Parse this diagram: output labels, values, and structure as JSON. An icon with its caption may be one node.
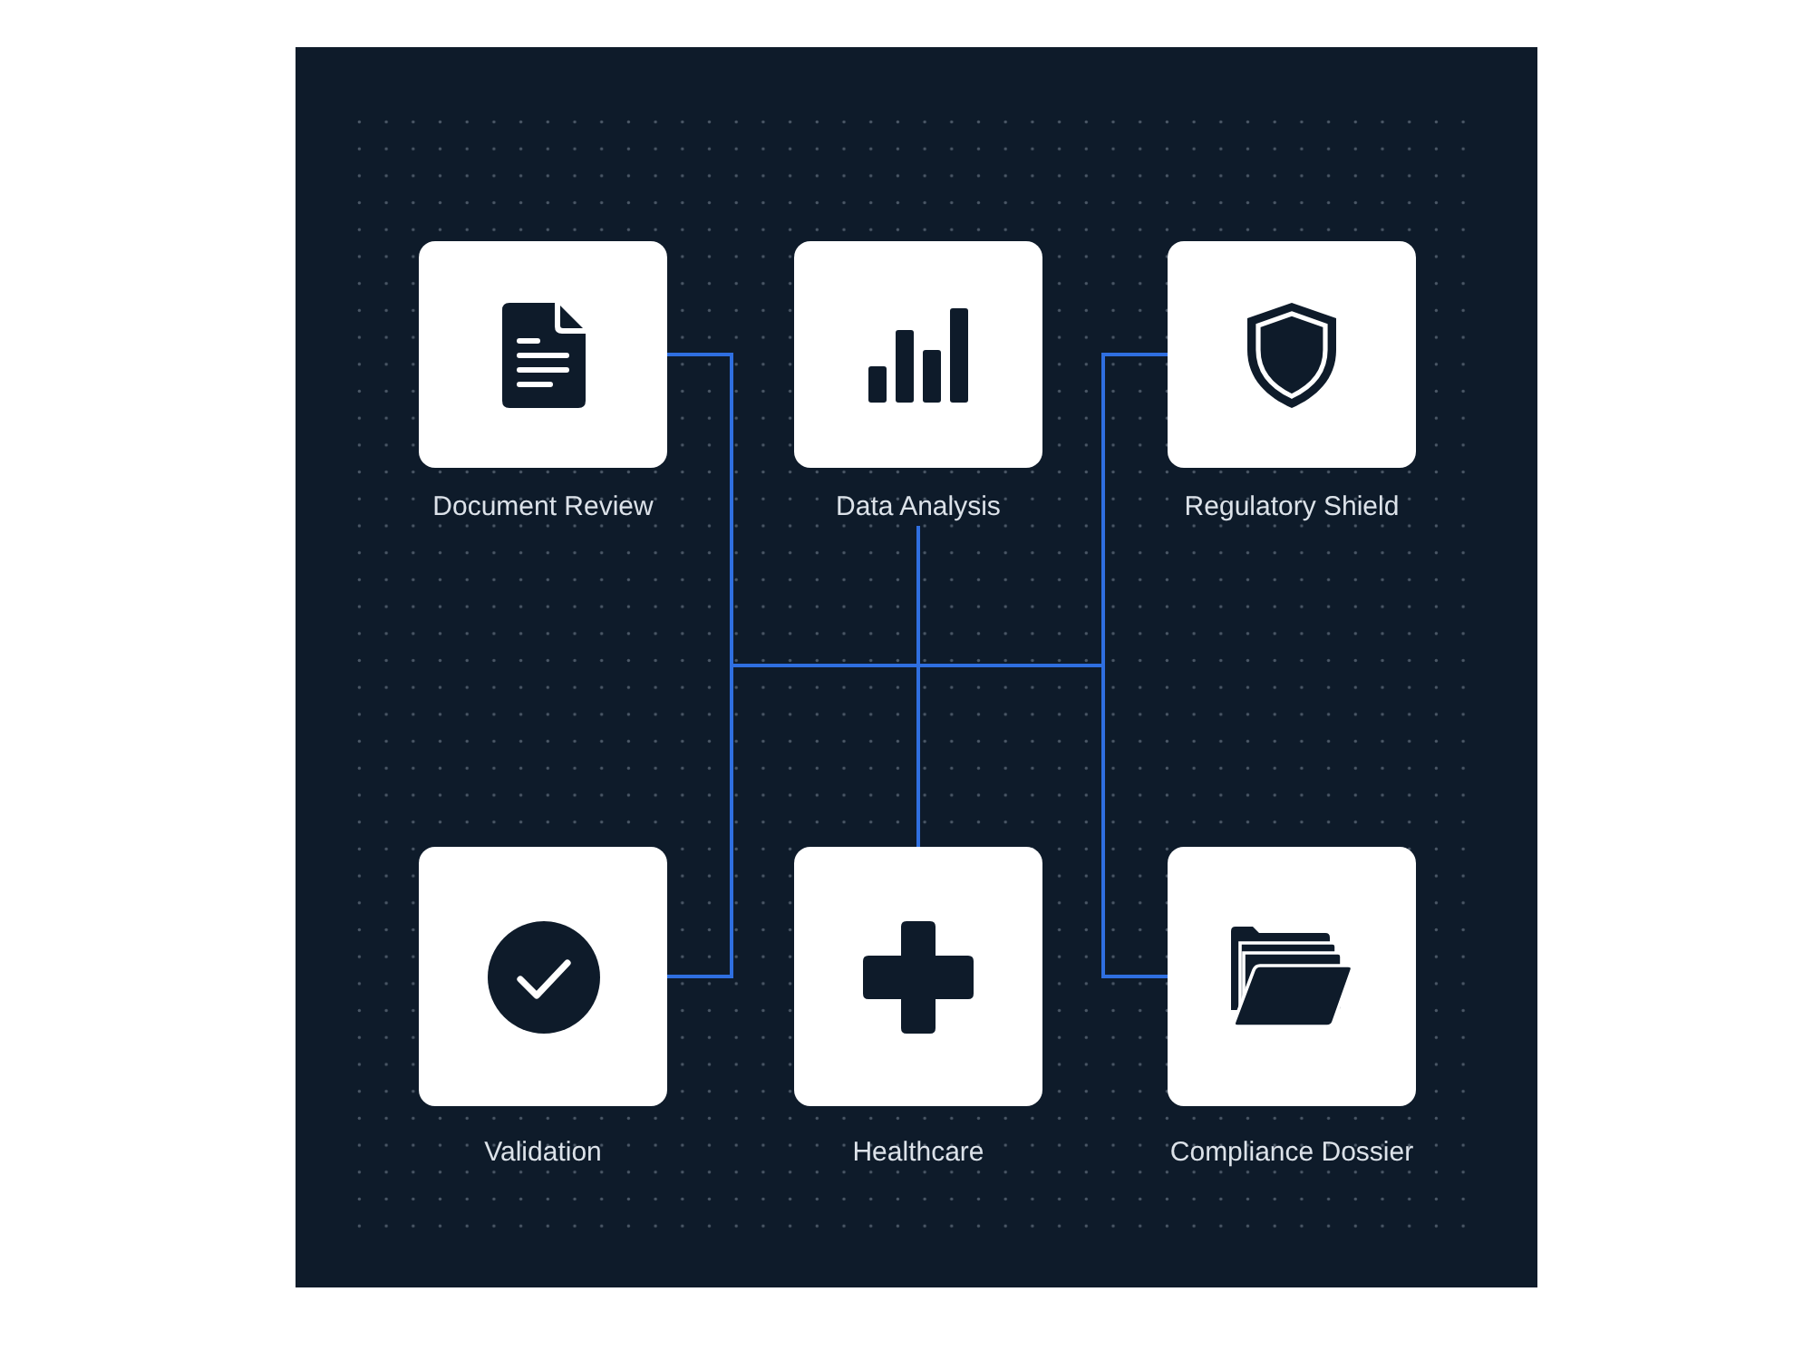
{
  "diagram": {
    "nodes": [
      {
        "text": [
          "Document Review"
        ]
      },
      {
        "text": [
          "Data Analysis"
        ]
      },
      {
        "text": [
          "Regulatory Shield"
        ]
      },
      {
        "text": [
          "Validation"
        ]
      },
      {
        "text": [
          "Healthcare"
        ]
      },
      {
        "text": [
          "Compliance Dossier"
        ]
      }
    ],
    "edges": [
      {
        "from": 0,
        "to": 2,
        "arrow": "none"
      },
      {
        "from": 1,
        "to": 4,
        "arrow": "none"
      },
      {
        "from": 3,
        "to": 5,
        "arrow": "none"
      }
    ]
  }
}
